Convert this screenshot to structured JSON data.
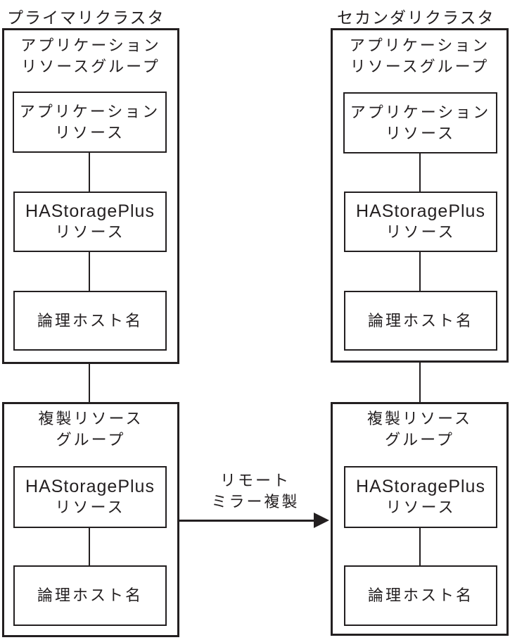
{
  "colors": {
    "line": "#231f20",
    "background": "#ffffff"
  },
  "primary": {
    "title": "プライマリクラスタ",
    "app_group": {
      "label": [
        "アプリケーション",
        "リソースグループ"
      ],
      "app_resource": [
        "アプリケーション",
        "リソース"
      ],
      "hsp_resource": [
        "HAStoragePlus",
        "リソース"
      ],
      "hostname": "論理ホスト名"
    },
    "repl_group": {
      "label": [
        "複製リソース",
        "グループ"
      ],
      "hsp_resource": [
        "HAStoragePlus",
        "リソース"
      ],
      "hostname": "論理ホスト名"
    }
  },
  "secondary": {
    "title": "セカンダリクラスタ",
    "app_group": {
      "label": [
        "アプリケーション",
        "リソースグループ"
      ],
      "app_resource": [
        "アプリケーション",
        "リソース"
      ],
      "hsp_resource": [
        "HAStoragePlus",
        "リソース"
      ],
      "hostname": "論理ホスト名"
    },
    "repl_group": {
      "label": [
        "複製リソース",
        "グループ"
      ],
      "hsp_resource": [
        "HAStoragePlus",
        "リソース"
      ],
      "hostname": "論理ホスト名"
    }
  },
  "arrow": {
    "label": [
      "リモート",
      "ミラー複製"
    ]
  }
}
